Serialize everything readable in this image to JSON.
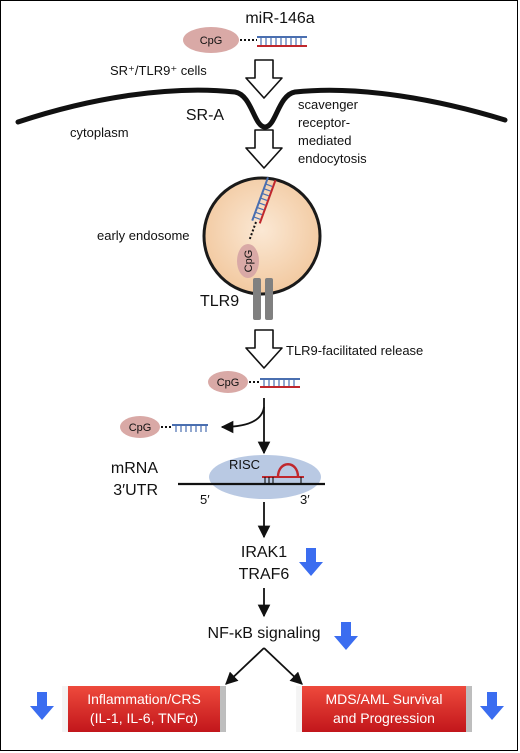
{
  "labels": {
    "mirna": "miR-146a",
    "cpg": "CpG",
    "cells": "SR⁺/TLR9⁺ cells",
    "sra": "SR-A",
    "cytoplasm": "cytoplasm",
    "scavenger_line1": "scavenger",
    "scavenger_line2": "receptor-",
    "scavenger_line3": "mediated",
    "scavenger_line4": "endocytosis",
    "early_endosome": "early endosome",
    "tlr9": "TLR9",
    "release": "TLR9-facilitated release",
    "risc": "RISC",
    "mrna_line1": "mRNA",
    "mrna_line2": "3′UTR",
    "five_prime": "5′",
    "three_prime": "3′",
    "irak1": "IRAK1",
    "traf6": "TRAF6",
    "nfkb": "NF-κB signaling",
    "box_left_line1": "Inflammation/CRS",
    "box_left_line2": "(IL-1, IL-6, TNFα)",
    "box_right_line1": "MDS/AML Survival",
    "box_right_line2": "and Progression"
  },
  "colors": {
    "strand_red": "#c0272d",
    "strand_blue": "#4a6fb0",
    "cpg_fill": "#d9a9a6",
    "endosome_fill": "#f7dcc0",
    "endosome_stroke": "#1a1a1a",
    "tlr9_fill": "#808080",
    "risc_fill": "#b9c9e3",
    "down_arrow": "#3b6df0",
    "box_red": "#d9231f"
  }
}
